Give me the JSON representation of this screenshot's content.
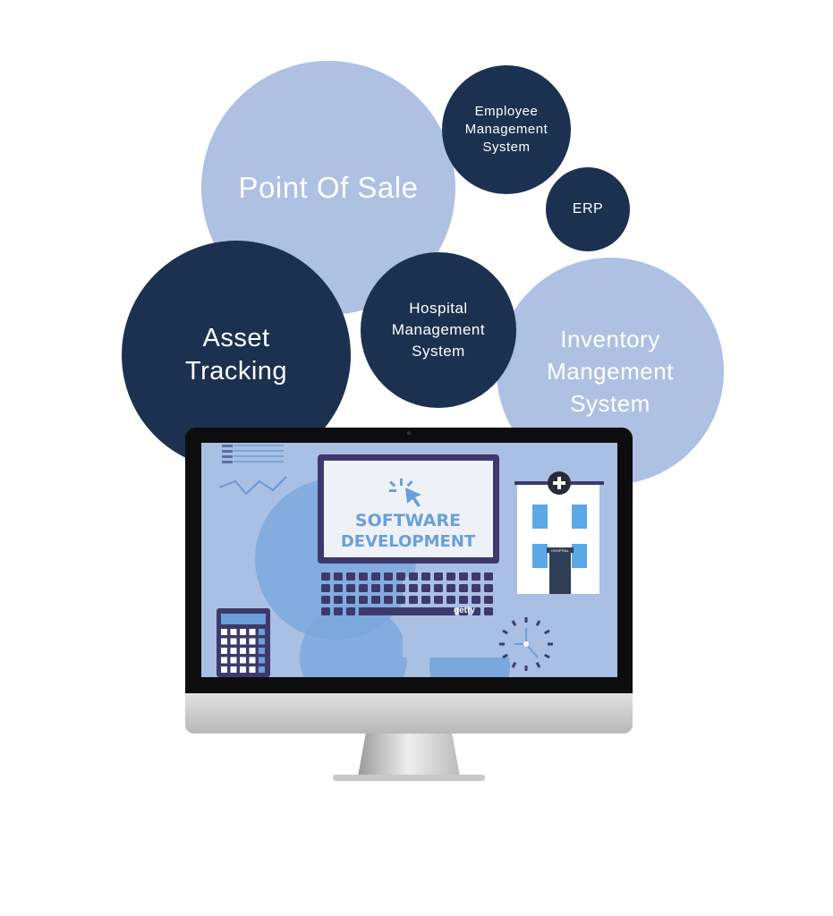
{
  "bubbles": {
    "point_of_sale": "Point Of Sale",
    "employee": "Employee Management System",
    "erp": "ERP",
    "asset": "Asset Tracking",
    "hospital": "Hospital Management System",
    "inventory": "Inventory Mangement System"
  },
  "screen": {
    "title_line1": "SOFTWARE",
    "title_line2": "DEVELOPMENT",
    "building_sign": "HOSPITAL",
    "watermark": "getty"
  },
  "colors": {
    "light": "#aec1e2",
    "dark": "#1c3150",
    "screen_bg": "#a9bfe3"
  }
}
